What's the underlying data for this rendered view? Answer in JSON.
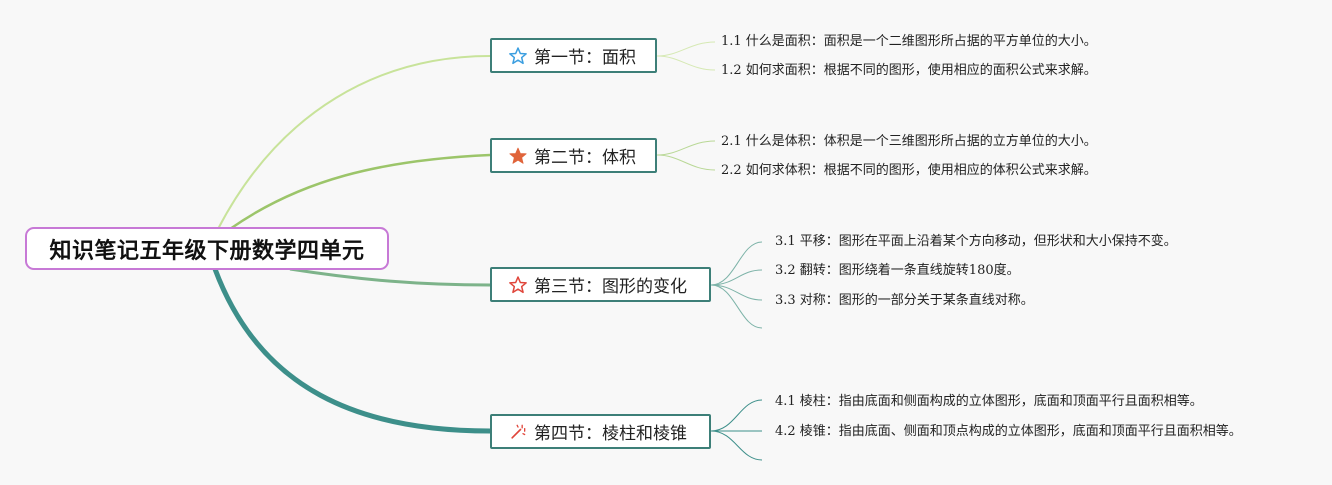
{
  "root": {
    "label": "知识笔记五年级下册数学四单元"
  },
  "topics": [
    {
      "label": "第一节：面积",
      "icon": "star-outline-blue-icon",
      "icon_color": "#3a9ee0",
      "items": [
        "1.1 什么是面积：面积是一个二维图形所占据的平方单位的大小。",
        "1.2 如何求面积：根据不同的图形，使用相应的面积公式来求解。"
      ]
    },
    {
      "label": "第二节：体积",
      "icon": "star-filled-orange-icon",
      "icon_color": "#e0643a",
      "items": [
        "2.1 什么是体积：体积是一个三维图形所占据的立方单位的大小。",
        "2.2 如何求体积：根据不同的图形，使用相应的体积公式来求解。"
      ]
    },
    {
      "label": "第三节：图形的变化",
      "icon": "star-outline-red-icon",
      "icon_color": "#e0453a",
      "items": [
        "3.1 平移：图形在平面上沿着某个方向移动，但形状和大小保持不变。",
        "3.2 翻转：图形绕着一条直线旋转180度。",
        "3.3 对称：图形的一部分关于某条直线对称。"
      ]
    },
    {
      "label": "第四节：棱柱和棱锥",
      "icon": "magic-wand-icon",
      "icon_color": "#e0453a",
      "items": [
        "4.1 棱柱：指由底面和侧面构成的立体图形，底面和顶面平行且面积相等。",
        "4.2 棱锥：指由底面、侧面和顶点构成的立体图形，底面和顶面平行且面积相等。"
      ]
    }
  ],
  "colors": {
    "branch_1": "#c8e39a",
    "branch_2": "#9cc56a",
    "branch_3": "#7db38a",
    "branch_4": "#3d8f8a",
    "root_border": "#c779d6",
    "topic_border": "#3d7f78"
  }
}
